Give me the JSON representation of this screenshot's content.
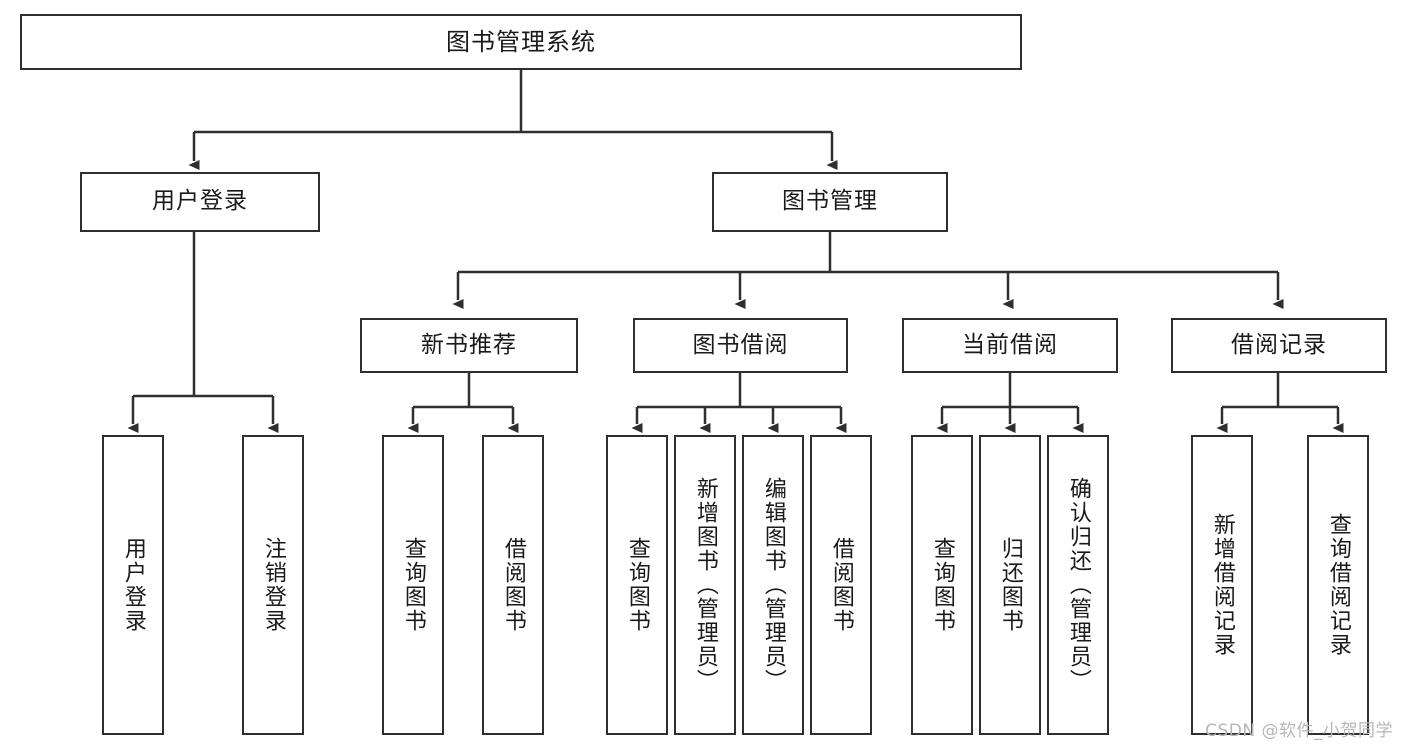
{
  "diagram": {
    "type": "tree-hierarchy-chart",
    "title": "图书管理系统",
    "orientation": "top-down",
    "colors": {
      "box_border": "#2f2f2f",
      "box_fill": "#ffffff",
      "connector": "#2f2f2f",
      "text": "#1a1a1a",
      "background": "#ffffff",
      "watermark": "#b6b6b6"
    },
    "root": {
      "label": "图书管理系统"
    },
    "level1": [
      {
        "label": "用户登录"
      },
      {
        "label": "图书管理"
      }
    ],
    "level2": [
      {
        "label": "新书推荐"
      },
      {
        "label": "图书借阅"
      },
      {
        "label": "当前借阅"
      },
      {
        "label": "借阅记录"
      }
    ],
    "leaves_user_login": [
      {
        "label": "用户登录"
      },
      {
        "label": "注销登录"
      }
    ],
    "leaves_new_book": [
      {
        "label": "查询图书"
      },
      {
        "label": "借阅图书"
      }
    ],
    "leaves_borrow": [
      {
        "label": "查询图书"
      },
      {
        "label": "新增图书（管理员）"
      },
      {
        "label": "编辑图书（管理员）"
      },
      {
        "label": "借阅图书"
      }
    ],
    "leaves_current": [
      {
        "label": "查询图书"
      },
      {
        "label": "归还图书"
      },
      {
        "label": "确认归还（管理员）"
      }
    ],
    "leaves_records": [
      {
        "label": "新增借阅记录"
      },
      {
        "label": "查询借阅记录"
      }
    ]
  },
  "watermark": {
    "text": "CSDN @软件_小贺同学"
  }
}
